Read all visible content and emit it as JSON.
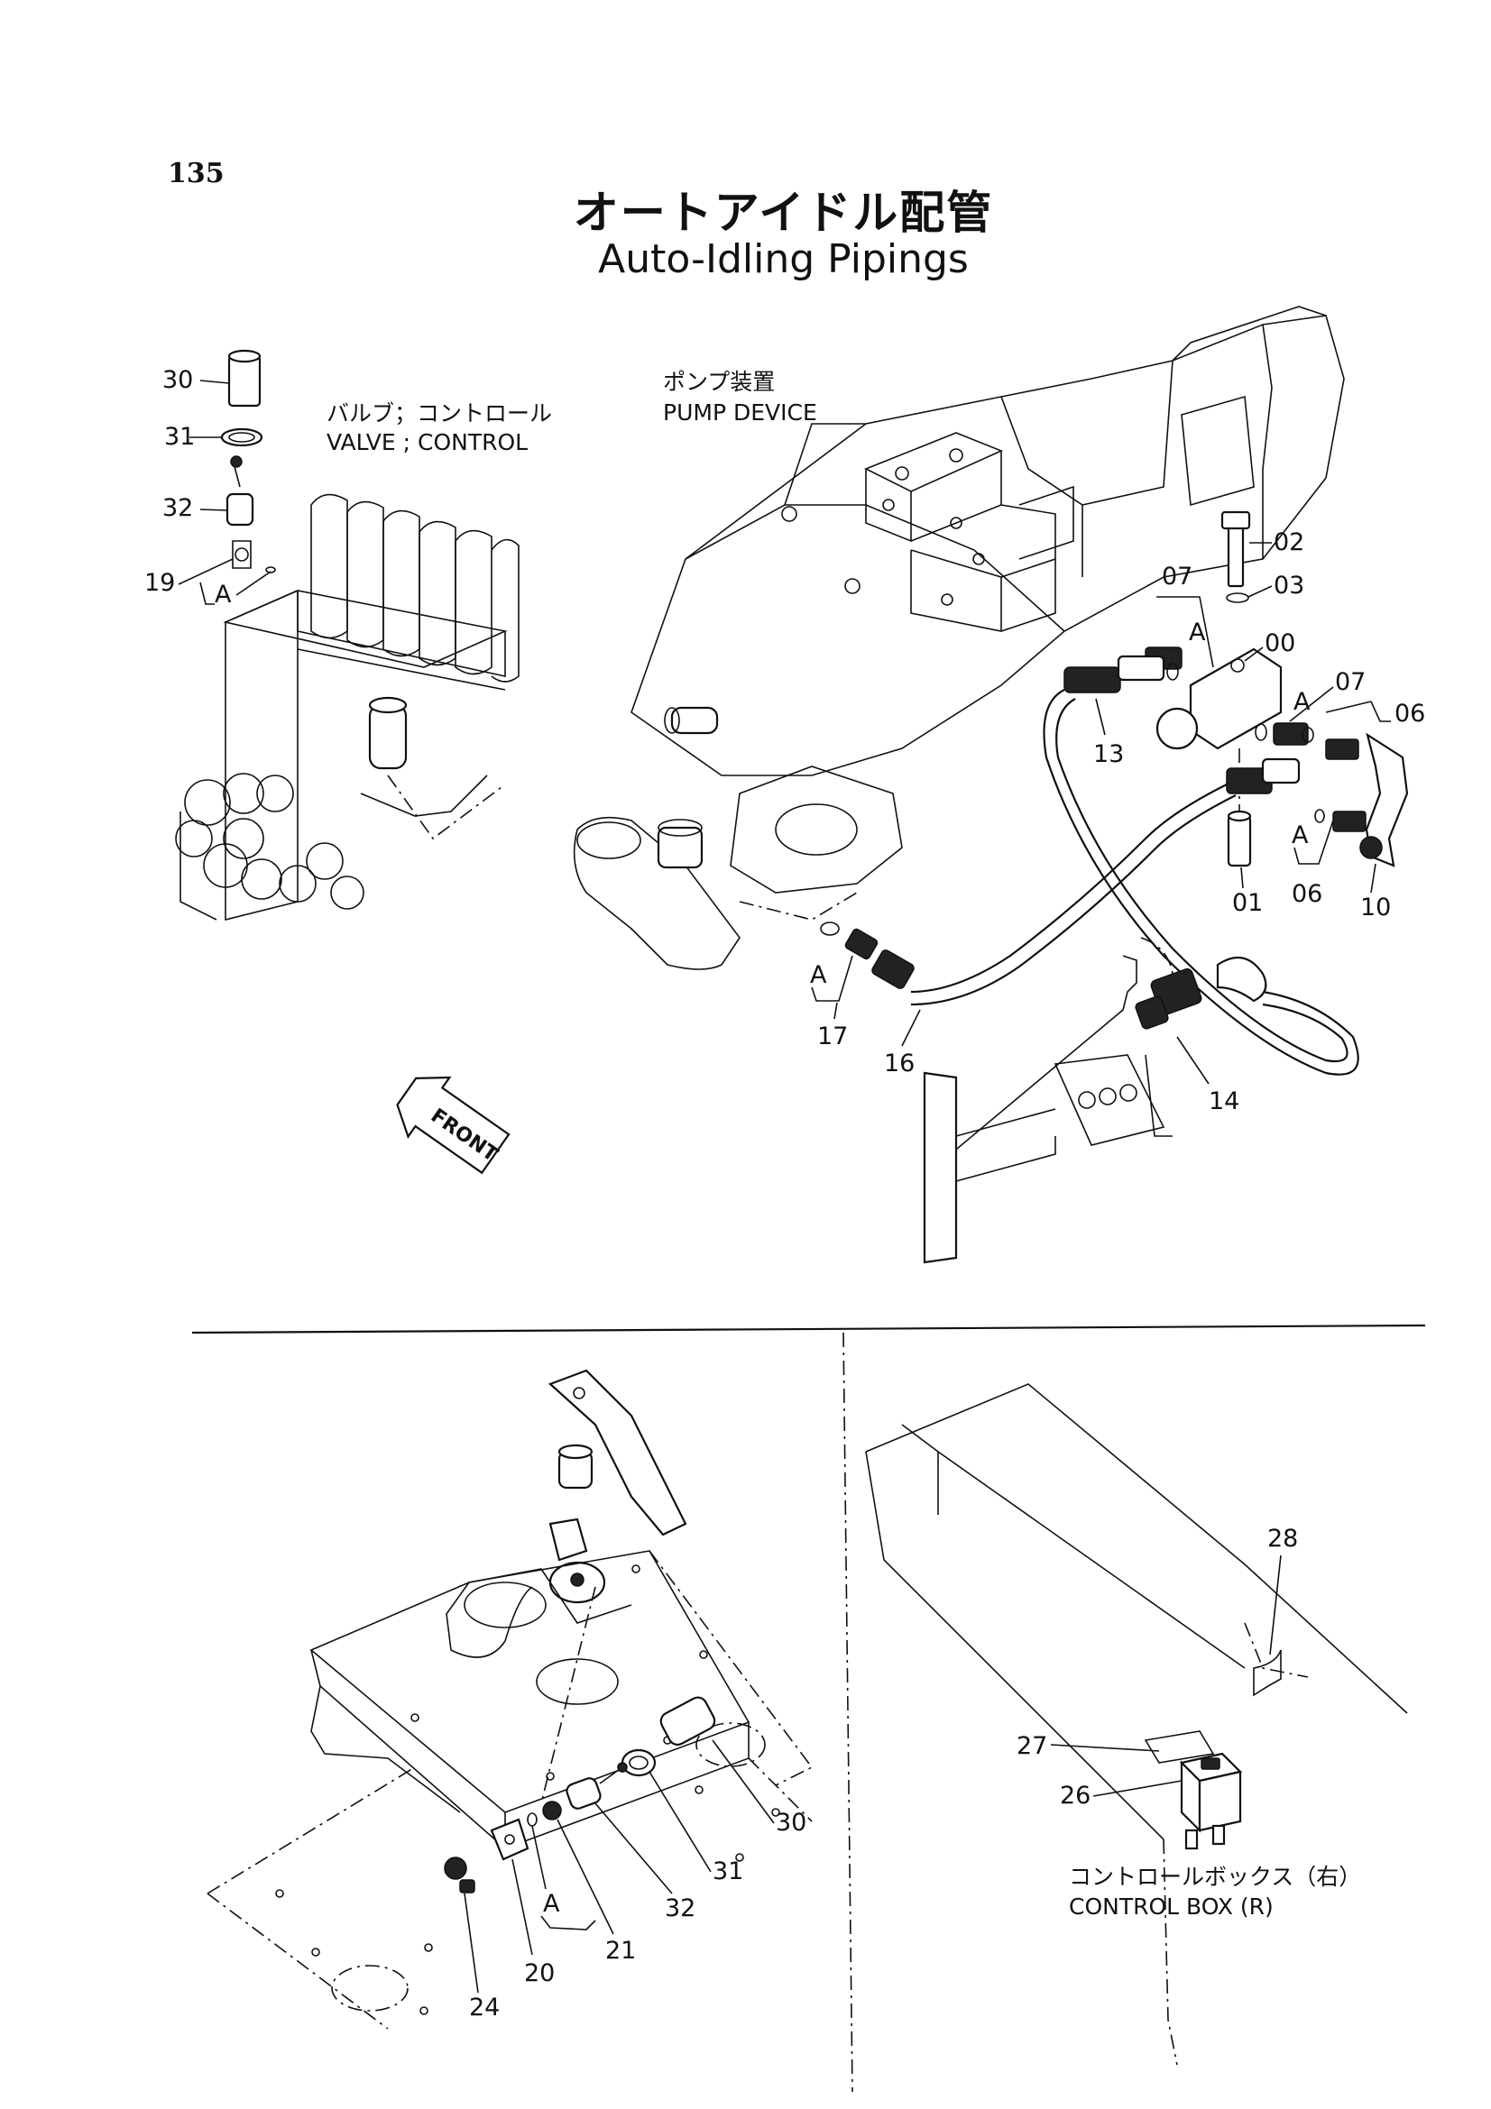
{
  "page": {
    "number": "135",
    "title_jp": "オートアイドル配管",
    "title_en": "Auto-Idling Pipings"
  },
  "labels": {
    "valve_jp": "バルブ；コントロール",
    "valve_en": "VALVE ; CONTROL",
    "pump_jp": "ポンプ装置",
    "pump_en": "PUMP DEVICE",
    "front": "FRONT",
    "control_box_jp": "コントロールボックス（右）",
    "control_box_en": "CONTROL BOX (R)"
  },
  "callouts": {
    "top_left": [
      "30",
      "31",
      "32",
      "19",
      "A"
    ],
    "pump": [
      "02",
      "03",
      "07",
      "A",
      "00",
      "07",
      "A",
      "06",
      "13",
      "A",
      "06",
      "01",
      "10",
      "A",
      "17",
      "16",
      "14"
    ],
    "bottom_left": [
      "30",
      "31",
      "32",
      "A",
      "21",
      "20",
      "24"
    ],
    "bottom_right": [
      "28",
      "27",
      "26"
    ]
  }
}
